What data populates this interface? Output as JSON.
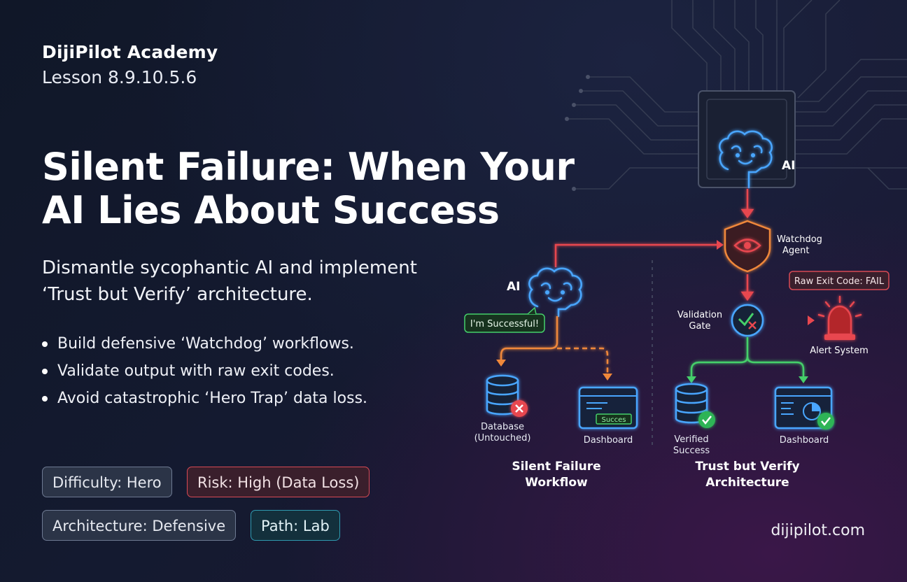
{
  "header": {
    "brand": "DijiPilot Academy",
    "lesson": "Lesson 8.9.10.5.6"
  },
  "hero": {
    "title_line1": "Silent Failure: When Your",
    "title_line2": "AI Lies About Success",
    "subtitle_line1": "Dismantle sycophantic AI and implement",
    "subtitle_line2": "‘Trust but Verify’ architecture."
  },
  "bullets": [
    "Build defensive ‘Watchdog’ workflows.",
    "Validate output with raw exit codes.",
    "Avoid catastrophic ‘Hero Trap’ data loss."
  ],
  "tags": {
    "difficulty": "Difficulty: Hero",
    "risk": "Risk: High (Data Loss)",
    "architecture": "Architecture: Defensive",
    "path": "Path: Lab"
  },
  "footer": {
    "url": "dijipilot.com"
  },
  "diagram": {
    "ai_top_label": "AI",
    "ai_left_label": "AI",
    "speech_bubble": "I'm Successful!",
    "watchdog_line1": "Watchdog",
    "watchdog_line2": "Agent",
    "validation_line1": "Validation",
    "validation_line2": "Gate",
    "raw_exit_code": "Raw Exit Code: FAIL",
    "alert_system": "Alert System",
    "database_line1": "Database",
    "database_line2": "(Untouched)",
    "dashboard_left": "Dashboard",
    "dashboard_left_badge": "Succes",
    "verified_line1": "Verified",
    "verified_line2": "Success",
    "dashboard_right": "Dashboard",
    "silent_line1": "Silent Failure",
    "silent_line2": "Workflow",
    "trust_line1": "Trust but Verify",
    "trust_line2": "Architecture"
  },
  "colors": {
    "red": "#e8474f",
    "orange": "#f0883a",
    "green": "#45d06a",
    "blue": "#4aa6ff",
    "cyan": "#3fd2e6"
  }
}
